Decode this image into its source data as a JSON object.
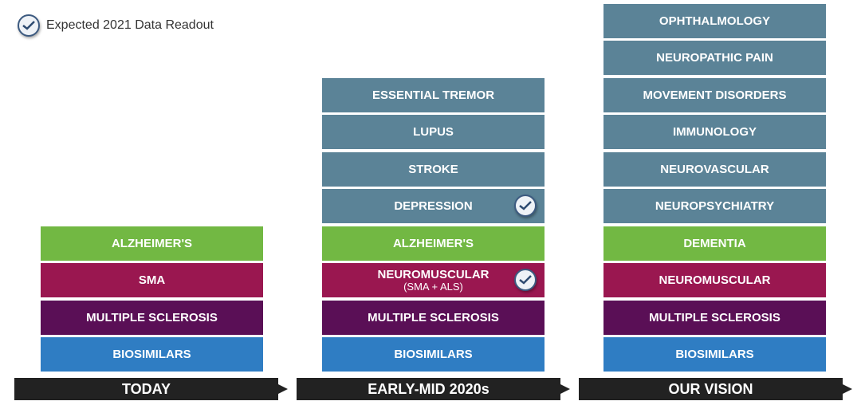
{
  "legend": {
    "icon": "check-circle-icon",
    "label": "Expected 2021 Data Readout"
  },
  "colors": {
    "slate": "#5b8397",
    "green": "#72b843",
    "magenta": "#9a1750",
    "purple": "#5a0f56",
    "blue": "#2f7dc3",
    "timeline": "#222222"
  },
  "columns": [
    {
      "timeline_label": "TODAY",
      "boxes": [
        {
          "label": "BIOSIMILARS",
          "color": "blue"
        },
        {
          "label": "MULTIPLE SCLEROSIS",
          "color": "purple"
        },
        {
          "label": "SMA",
          "color": "magenta"
        },
        {
          "label": "ALZHEIMER'S",
          "color": "green"
        }
      ]
    },
    {
      "timeline_label": "EARLY-MID 2020s",
      "boxes": [
        {
          "label": "BIOSIMILARS",
          "color": "blue"
        },
        {
          "label": "MULTIPLE SCLEROSIS",
          "color": "purple"
        },
        {
          "label": "NEUROMUSCULAR",
          "sub": "(SMA + ALS)",
          "color": "magenta",
          "check": true
        },
        {
          "label": "ALZHEIMER'S",
          "color": "green"
        },
        {
          "label": "DEPRESSION",
          "color": "slate",
          "check": true
        },
        {
          "label": "STROKE",
          "color": "slate"
        },
        {
          "label": "LUPUS",
          "color": "slate"
        },
        {
          "label": "ESSENTIAL TREMOR",
          "color": "slate"
        }
      ]
    },
    {
      "timeline_label": "OUR VISION",
      "boxes": [
        {
          "label": "BIOSIMILARS",
          "color": "blue"
        },
        {
          "label": "MULTIPLE SCLEROSIS",
          "color": "purple"
        },
        {
          "label": "NEUROMUSCULAR",
          "color": "magenta"
        },
        {
          "label": "DEMENTIA",
          "color": "green"
        },
        {
          "label": "NEUROPSYCHIATRY",
          "color": "slate"
        },
        {
          "label": "NEUROVASCULAR",
          "color": "slate"
        },
        {
          "label": "IMMUNOLOGY",
          "color": "slate"
        },
        {
          "label": "MOVEMENT DISORDERS",
          "color": "slate"
        },
        {
          "label": "NEUROPATHIC PAIN",
          "color": "slate"
        },
        {
          "label": "OPHTHALMOLOGY",
          "color": "slate"
        }
      ]
    }
  ]
}
